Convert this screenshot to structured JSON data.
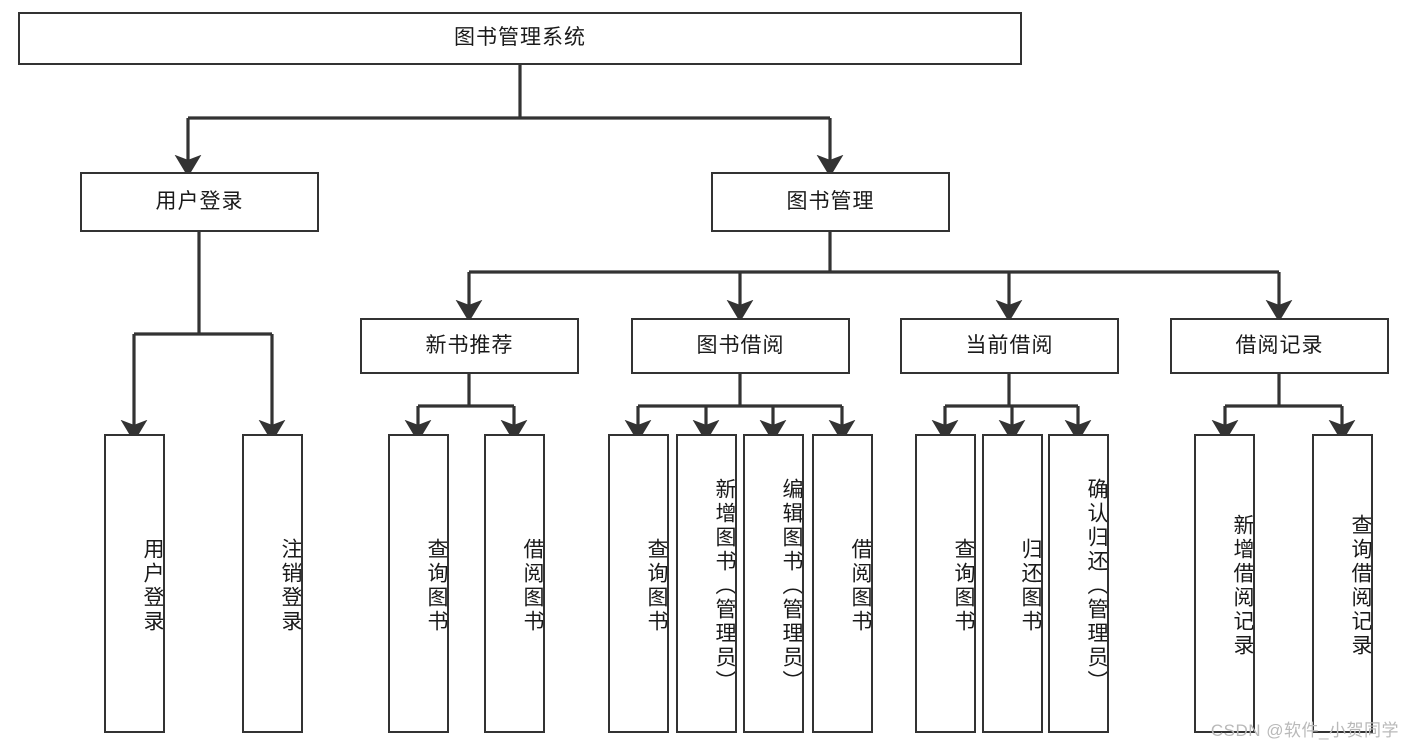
{
  "diagram": {
    "title": "图书管理系统",
    "type": "hierarchy-tree",
    "style": {
      "box_border_color": "#333333",
      "box_fill_color": "#ffffff",
      "text_color": "#1a1a1a",
      "connector_color": "#333333",
      "watermark_color": "#b9b9b9"
    },
    "levels": {
      "root": "图书管理系统",
      "level2": [
        "用户登录",
        "图书管理"
      ],
      "level3": [
        "新书推荐",
        "图书借阅",
        "当前借阅",
        "借阅记录"
      ]
    }
  },
  "nodes": {
    "root": {
      "label": "图书管理系统"
    },
    "user_login": {
      "label": "用户登录"
    },
    "book_manage": {
      "label": "图书管理"
    },
    "new_book_rec": {
      "label": "新书推荐"
    },
    "book_borrow": {
      "label": "图书借阅"
    },
    "current_borrow": {
      "label": "当前借阅"
    },
    "borrow_record": {
      "label": "借阅记录"
    },
    "leaf_user_login": {
      "label": "用户登录"
    },
    "leaf_user_logout": {
      "label": "注销登录"
    },
    "leaf_rec_query": {
      "label": "查询图书"
    },
    "leaf_rec_borrow": {
      "label": "借阅图书"
    },
    "leaf_borrow_query": {
      "label": "查询图书"
    },
    "leaf_borrow_add": {
      "label": "新增图书（管理员）"
    },
    "leaf_borrow_edit": {
      "label": "编辑图书（管理员）"
    },
    "leaf_borrow_do": {
      "label": "借阅图书"
    },
    "leaf_cur_query": {
      "label": "查询图书"
    },
    "leaf_cur_return": {
      "label": "归还图书"
    },
    "leaf_cur_confirm": {
      "label": "确认归还（管理员）"
    },
    "leaf_rec_add": {
      "label": "新增借阅记录"
    },
    "leaf_rec_search": {
      "label": "查询借阅记录"
    }
  },
  "watermark": {
    "text": "CSDN @软件_小贺同学"
  }
}
